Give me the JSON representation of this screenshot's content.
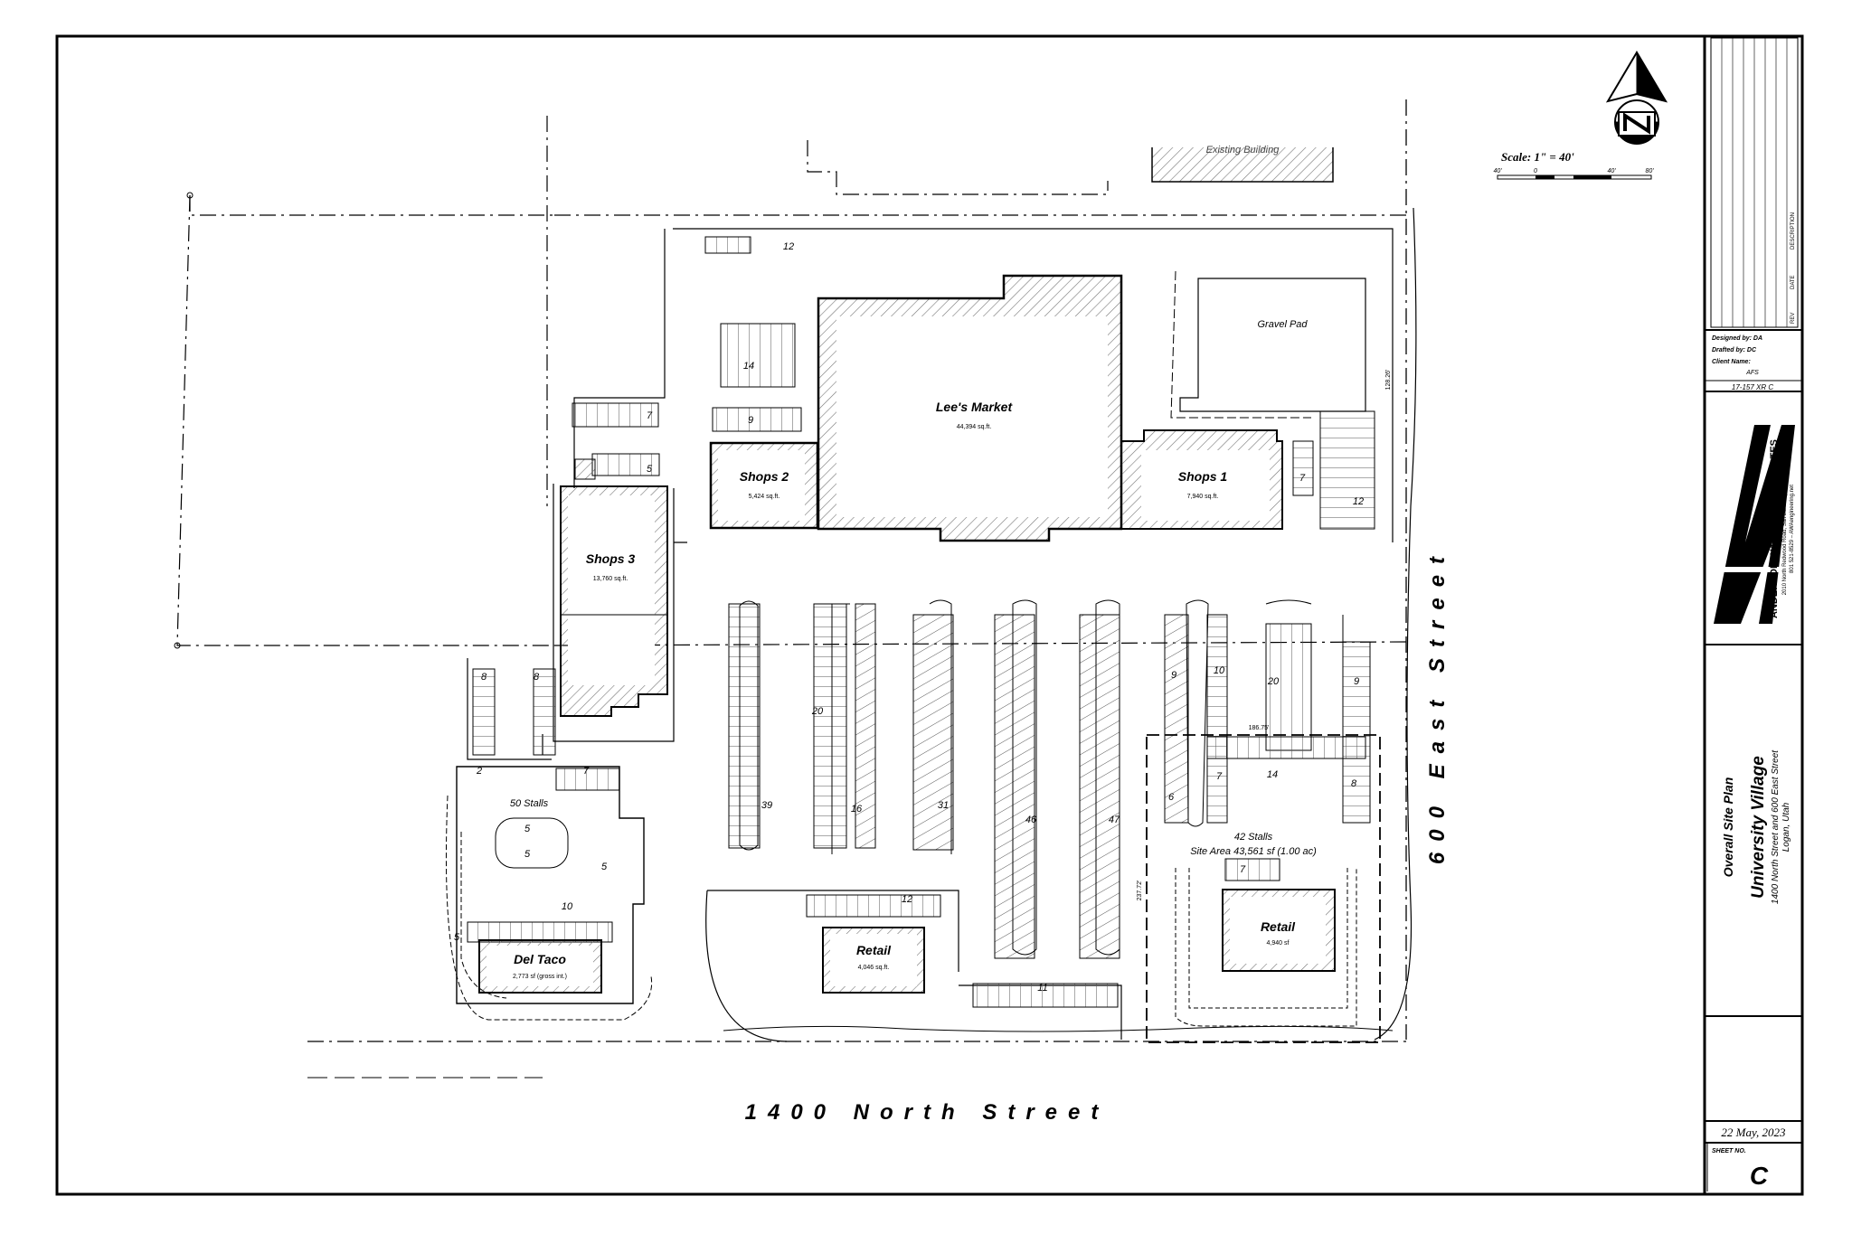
{
  "existing_building": "Existing Building",
  "scale": {
    "label": "Scale: 1\" = 40'",
    "ticks": [
      "40'",
      "0",
      "40'",
      "80'"
    ]
  },
  "buildings": {
    "lees_market": {
      "name": "Lee's Market",
      "area": "44,394 sq.ft."
    },
    "shops1": {
      "name": "Shops 1",
      "area": "7,940 sq.ft."
    },
    "shops2": {
      "name": "Shops 2",
      "area": "5,424 sq.ft."
    },
    "shops3": {
      "name": "Shops 3",
      "area": "13,760 sq.ft."
    },
    "del_taco": {
      "name": "Del Taco",
      "area": "2,773 sf (gross int.)"
    },
    "retail_center": {
      "name": "Retail",
      "area": "4,046 sq.ft."
    },
    "retail_east": {
      "name": "Retail",
      "area": "4,940 sf"
    }
  },
  "gravel_pad": "Gravel Pad",
  "stall_summaries": {
    "west": "50 Stalls",
    "east": "42 Stalls",
    "site_area": "Site Area 43,561 sf (1.00 ac)"
  },
  "dimensions": {
    "d1": "128.26'",
    "d2": "186.75'",
    "d3": "237.72'"
  },
  "stall_counts": [
    "12",
    "14",
    "9",
    "7",
    "5",
    "8",
    "8",
    "2",
    "7",
    "5",
    "5",
    "5",
    "10",
    "5",
    "39",
    "20",
    "16",
    "31",
    "46",
    "47",
    "12",
    "11",
    "9",
    "10",
    "20",
    "9",
    "7",
    "14",
    "8",
    "6",
    "7",
    "7",
    "12"
  ],
  "streets": {
    "south": "1400 North Street",
    "east": "600 East Street"
  },
  "title_block": {
    "revision_headers": [
      "REV",
      "DATE",
      "DESCRIPTION"
    ],
    "designed_by": "Designed by: DA",
    "drafted_by": "Drafted by: DC",
    "client_name_label": "Client Name:",
    "client_name": "AFS",
    "project_number": "17-157 XR C",
    "firm": "ANDERSON WAHLEN & ASSOCIATES",
    "firm_address": "2010 North Redwood Road, Salt Lake City, Utah 84116",
    "firm_contact": "801 521-8529 – AWAengineering.net",
    "sheet_title": "Overall Site Plan",
    "project_name": "University Village",
    "project_location": "1400 North Street and 600 East Street",
    "project_city": "Logan, Utah",
    "date": "22 May, 2023",
    "sheet_no_label": "SHEET NO.",
    "sheet_no": "C"
  }
}
